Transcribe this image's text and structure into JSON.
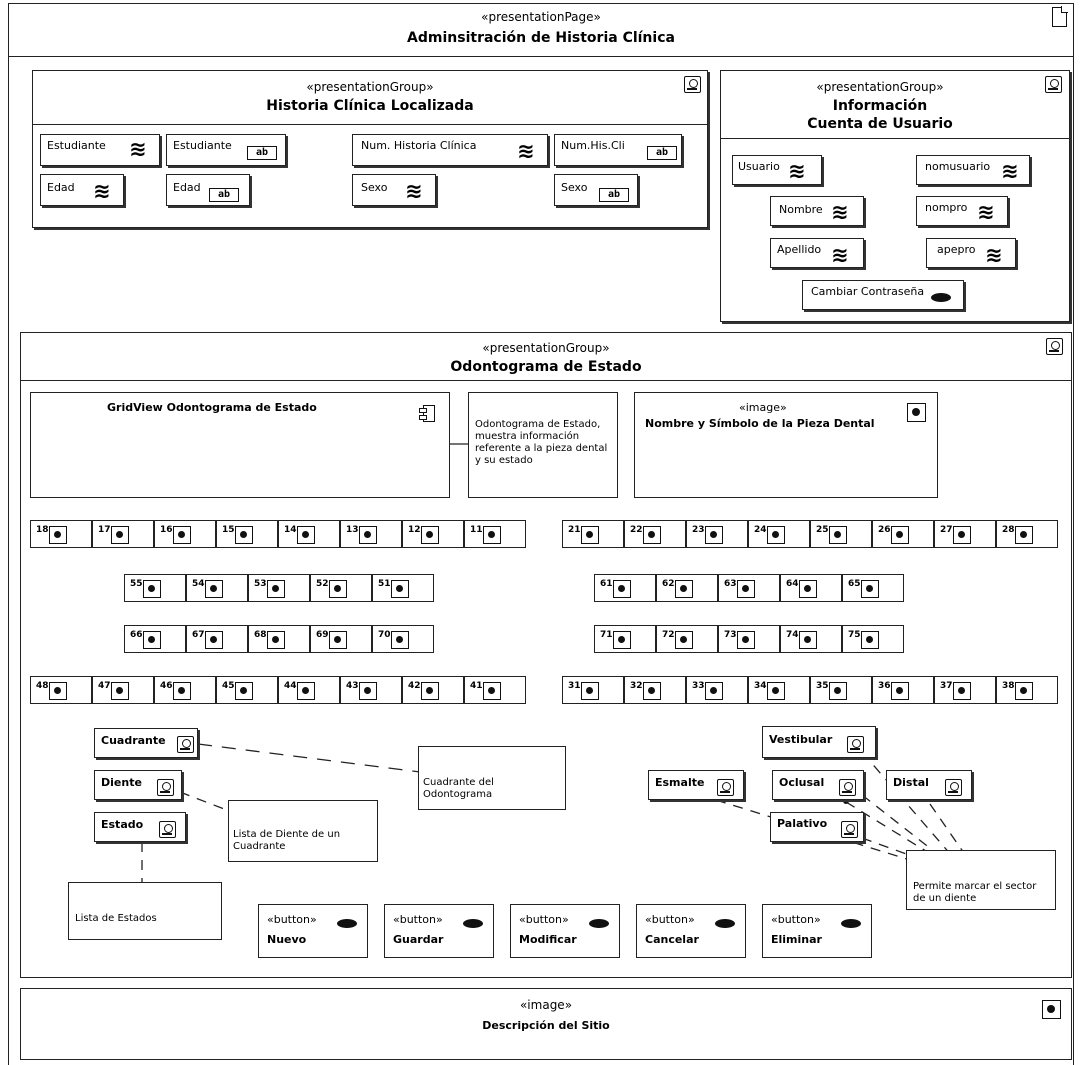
{
  "page": {
    "stereotype": "«presentationPage»",
    "title": "Adminsitración de Historia Clínica"
  },
  "historia": {
    "stereotype": "«presentationGroup»",
    "title": "Historia Clínica Localizada",
    "fields": {
      "estudiante_lbl": "Estudiante",
      "estudiante_txt": "Estudiante",
      "num_lbl": "Num. Historia Clínica",
      "num_txt": "Num.His.Cli",
      "edad_lbl": "Edad",
      "edad_txt": "Edad",
      "sexo_lbl": "Sexo",
      "sexo_txt": "Sexo"
    }
  },
  "cuenta": {
    "stereotype": "«presentationGroup»",
    "title_line1": "Información",
    "title_line2": "Cuenta de Usuario",
    "fields": {
      "usuario": "Usuario",
      "nomusuario": "nomusuario",
      "nombre": "Nombre",
      "nompro": "nompro",
      "apellido": "Apellido",
      "apepro": "apepro",
      "cambiar": "Cambiar Contraseña"
    }
  },
  "odontograma": {
    "stereotype": "«presentationGroup»",
    "title": "Odontograma de Estado",
    "gridview": "GridView Odontograma de Estado",
    "gridnote": "Odontograma de Estado, muestra información referente a la pieza dental y su estado",
    "image_stereotype": "«image»",
    "image_title": "Nombre y Símbolo de la Pieza Dental",
    "row1_left": [
      "18",
      "17",
      "16",
      "15",
      "14",
      "13",
      "12",
      "11"
    ],
    "row1_right": [
      "21",
      "22",
      "23",
      "24",
      "25",
      "26",
      "27",
      "28"
    ],
    "row2_left": [
      "55",
      "54",
      "53",
      "52",
      "51"
    ],
    "row2_right": [
      "61",
      "62",
      "63",
      "64",
      "65"
    ],
    "row3_left": [
      "66",
      "67",
      "68",
      "69",
      "70"
    ],
    "row3_right": [
      "71",
      "72",
      "73",
      "74",
      "75"
    ],
    "row4_left": [
      "48",
      "47",
      "46",
      "45",
      "44",
      "43",
      "42",
      "41"
    ],
    "row4_right": [
      "31",
      "32",
      "33",
      "34",
      "35",
      "36",
      "37",
      "38"
    ],
    "cuadrante": "Cuadrante",
    "diente": "Diente",
    "estado": "Estado",
    "note_cuadrante": "Cuadrante del Odontograma",
    "note_diente": "Lista de Diente de un Cuadrante",
    "note_estados": "Lista de Estados",
    "vestibular": "Vestibular",
    "esmalte": "Esmalte",
    "oclusal": "Oclusal",
    "distal": "Distal",
    "palativo": "Palativo",
    "note_sector": "Permite marcar el sector de un diente",
    "button_stereotype": "«button»",
    "buttons": [
      "Nuevo",
      "Guardar",
      "Modificar",
      "Cancelar",
      "Eliminar"
    ]
  },
  "descripcion": {
    "stereotype": "«image»",
    "title": "Descripción del Sitio"
  }
}
